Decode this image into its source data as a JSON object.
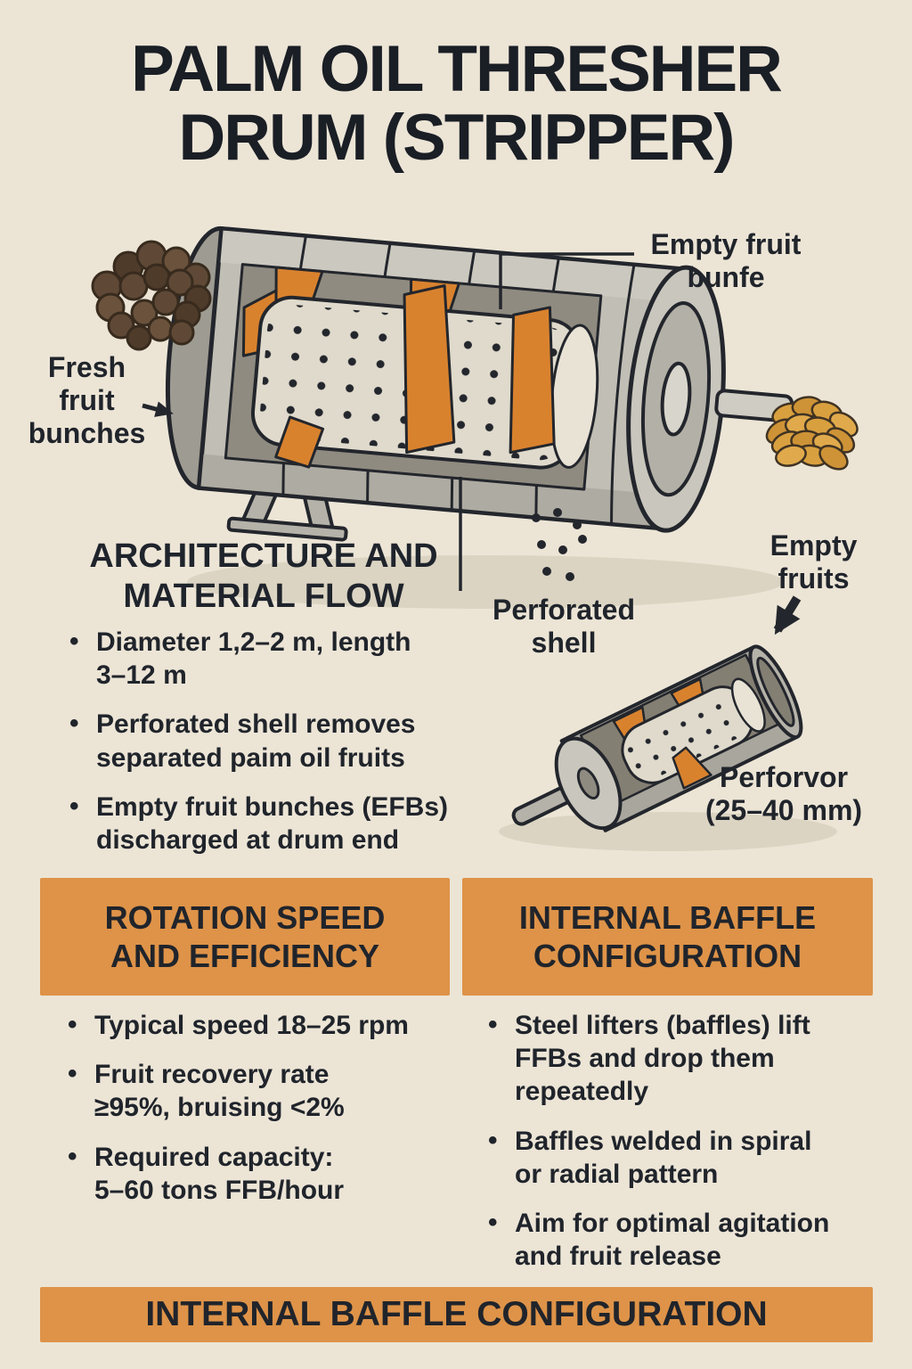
{
  "title": "PALM OIL THRESHER\nDRUM (STRIPPER)",
  "diagram": {
    "labels": {
      "empty_fruit_bunch": "Empty fruit\nbunfe",
      "fresh_fruit_bunches": "Fresh\nfruit\nbunches",
      "perforated_shell": "Perforated\nshell",
      "empty_fruits": "Empty\nfruits",
      "perforation_size": "Perforvor\n(25–40 mm)"
    }
  },
  "architecture": {
    "heading": "ARCHITECTURE AND\nMATERIAL FLOW",
    "bullets": [
      "Diameter 1,2–2 m, length\n3–12 m",
      "Perforated shell removes\nseparated paim oil fruits",
      "Empty fruit bunches (EFBs)\ndischarged at drum end"
    ]
  },
  "rotation_speed": {
    "heading": "ROTATION SPEED\nAND EFFICIENCY",
    "bullets": [
      "Typical speed 18–25 rpm",
      "Fruit recovery rate\n≥95%, bruising <2%",
      "Required capacity:\n5–60 tons FFB/hour"
    ]
  },
  "internal_baffle": {
    "heading": "INTERNAL BAFFLE\nCONFIGURATION",
    "bullets": [
      "Steel lifters (baffles) lift\nFFBs and drop them\nrepeatedly",
      "Baffles welded in spiral\nor radial pattern",
      "Aim for optimal agitation\nand fruit release"
    ]
  },
  "footer_banner": "INTERNAL BAFFLE CONFIGURATION",
  "colors": {
    "background": "#ECE5D6",
    "accent_orange": "#DE9348",
    "baffle_orange": "#D9822E",
    "text_dark": "#20242B",
    "outline": "#23262C"
  }
}
